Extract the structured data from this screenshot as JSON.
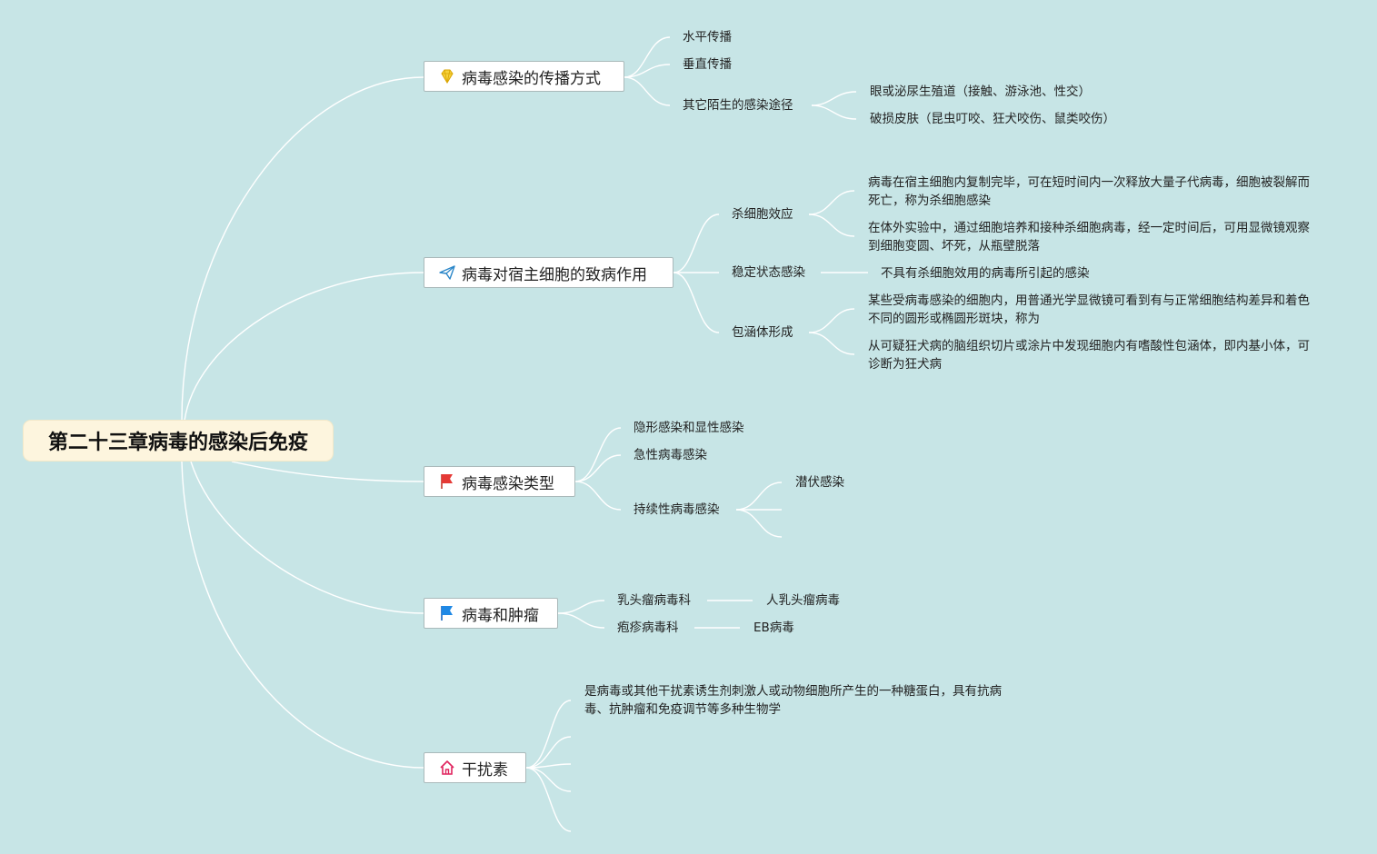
{
  "root": "第二十三章病毒的感染后免疫",
  "topics": [
    {
      "title": "病毒感染的传播方式",
      "icon": "diamond-icon",
      "subs": [
        "水平传播",
        "垂直传播",
        "其它陌生的感染途径"
      ],
      "leaves": [
        "眼或泌尿生殖道（接触、游泳池、性交）",
        "破损皮肤（昆虫叮咬、狂犬咬伤、鼠类咬伤）"
      ]
    },
    {
      "title": "病毒对宿主细胞的致病作用",
      "icon": "paper-plane-icon",
      "subs": [
        "杀细胞效应",
        "稳定状态感染",
        "包涵体形成"
      ],
      "leaves": [
        "病毒在宿主细胞内复制完毕，可在短时间内一次释放大量子代病毒，细胞被裂解而死亡，称为杀细胞感染",
        "在体外实验中，通过细胞培养和接种杀细胞病毒，经一定时间后，可用显微镜观察到细胞变圆、坏死，从瓶壁脱落",
        "不具有杀细胞效用的病毒所引起的感染",
        "某些受病毒感染的细胞内，用普通光学显微镜可看到有与正常细胞结构差异和着色不同的圆形或椭圆形斑块，称为",
        "从可疑狂犬病的脑组织切片或涂片中发现细胞内有嗜酸性包涵体，即内基小体，可诊断为狂犬病"
      ]
    },
    {
      "title": "病毒感染类型",
      "icon": "red-flag-icon",
      "subs": [
        "隐形感染和显性感染",
        "急性病毒感染",
        "持续性病毒感染"
      ],
      "leaves": [
        "潜伏感染"
      ]
    },
    {
      "title": "病毒和肿瘤",
      "icon": "blue-flag-icon",
      "subs": [
        "乳头瘤病毒科",
        "疱疹病毒科"
      ],
      "leaves": [
        "人乳头瘤病毒",
        "EB病毒"
      ]
    },
    {
      "title": "干扰素",
      "icon": "home-icon",
      "subs": [],
      "leaves": [
        "是病毒或其他干扰素诱生剂刺激人或动物细胞所产生的一种糖蛋白，具有抗病毒、抗肿瘤和免疫调节等多种生物学"
      ]
    }
  ]
}
